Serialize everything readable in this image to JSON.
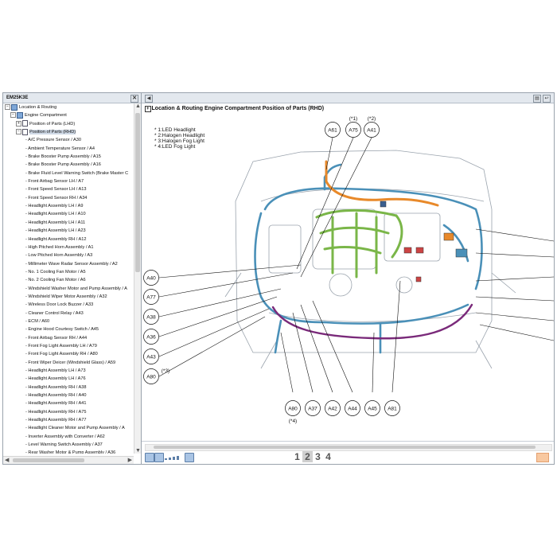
{
  "panel_title": "EM25K3E",
  "tree": {
    "root": "Location & Routing",
    "compartment": "Engine Compartment",
    "lhd": "Position of Parts (LHD)",
    "rhd": "Position of Parts (RHD)",
    "items": [
      "- A/C Pressure Sensor / A30",
      "- Ambient Temperature Sensor / A4",
      "- Brake Booster Pump Assembly / A15",
      "- Brake Booster Pump Assembly / A16",
      "- Brake Fluid Level Warning Switch (Brake Master C",
      "- Front Airbag Sensor LH / A7",
      "- Front Speed Sensor LH / A13",
      "- Front Speed Sensor RH / A34",
      "- Headlight Assembly LH / A9",
      "- Headlight Assembly LH / A10",
      "- Headlight Assembly LH / A11",
      "- Headlight Assembly LH / A23",
      "- Headlight Assembly RH / A12",
      "- High Pitched Horn Assembly / A1",
      "- Low Pitched Horn Assembly / A3",
      "- Millimeter Wave Radar Sensor Assembly / A2",
      "- No. 1 Cooling Fan Motor / A5",
      "- No. 2 Cooling Fan Motor / A6",
      "- Windshield Washer Motor and Pump Assembly / A",
      "- Windshield Wiper Motor Assembly / A32",
      "- Wireless Door Lock Buzzer / A33",
      "- Cleaner Control Relay / A43",
      "- ECM / A60",
      "- Engine Hood Courtesy Switch / A45",
      "- Front Airbag Sensor RH / A44",
      "- Front Fog Light Assembly LH / A79",
      "- Front Fog Light Assembly RH / A80",
      "- Front Wiper Deicer (Windshield Glass) / A59",
      "- Headlight Assembly LH / A73",
      "- Headlight Assembly LH / A76",
      "- Headlight Assembly RH / A38",
      "- Headlight Assembly RH / A40",
      "- Headlight Assembly RH / A41",
      "- Headlight Assembly RH / A75",
      "- Headlight Assembly RH / A77",
      "- Headlight Cleaner Motor and Pump Assembly / A",
      "- Inverter Assembly with Converter / A62",
      "- Level Warning Switch Assembly / A37",
      "- Rear Washer Motor & Pump Assembly / A36"
    ]
  },
  "title": {
    "boxed": "+",
    "main": "Location & Routing  Engine Compartment  Position of Parts (RHD)"
  },
  "legend": [
    "* 1:LED Headlight",
    "* 2:Halogen Headlight",
    "* 3:Halogen Fog Light",
    "* 4:LED Fog Light"
  ],
  "callouts": {
    "top": [
      "A61",
      "A75",
      "A41"
    ],
    "top_notes": [
      "(*1)",
      "(*2)"
    ],
    "left": [
      "A40",
      "A77",
      "A38",
      "A36",
      "A43",
      "A80"
    ],
    "left_note": "(*3)",
    "bottom": [
      "A80",
      "A37",
      "A42",
      "A44",
      "A45",
      "A81"
    ],
    "bottom_note": "(*4)"
  },
  "pages": [
    "1",
    "2",
    "3",
    "4"
  ],
  "current_page": "2",
  "icons": {
    "close": "close-icon",
    "back": "back-arrow-icon",
    "print": "print-icon",
    "return": "return-icon",
    "zoom": "zoom-icon"
  },
  "colors": {
    "harness_blue": "#4a90b8",
    "harness_green": "#7ab648",
    "harness_orange": "#e8892a",
    "harness_purple": "#7a2a7a"
  }
}
